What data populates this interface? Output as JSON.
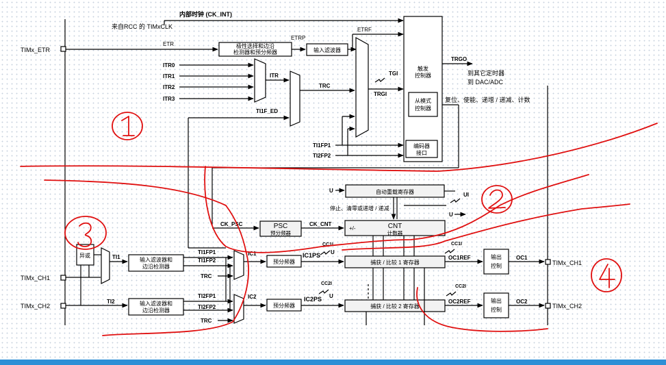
{
  "signals": {
    "ck_int": "内部时钟 (CK_INT)",
    "from_rcc": "来自RCC 的 TIMxCLK",
    "timx_etr": "TIMx_ETR",
    "etr": "ETR",
    "etrp": "ETRP",
    "etrf": "ETRF",
    "itr0": "ITR0",
    "itr1": "ITR1",
    "itr2": "ITR2",
    "itr3": "ITR3",
    "itr": "ITR",
    "trc_top": "TRC",
    "tgi": "TGI",
    "trgi": "TRGI",
    "ti1f_ed": "TI1F_ED",
    "ti1fp1_top": "TI1FP1",
    "ti2fp2_top": "TI2FP2",
    "trgo": "TRGO",
    "to_other": "到其它定时器",
    "to_dac": "到 DAC/ADC",
    "reset_line": "复位、使能、递增 / 递减、计数",
    "u_arr": "U",
    "ui": "UI",
    "u_cnt": "U",
    "stop_clear": "停止、清零或递增 / 递减",
    "ck_psc": "CK_PSC",
    "ck_cnt": "CK_CNT",
    "plus_minus": "+/-",
    "ti1": "TI1",
    "ti2": "TI2",
    "timx_ch1_in": "TIMx_CH1",
    "timx_ch2_in": "TIMx_CH2",
    "ti1fp1": "TI1FP1",
    "ti1fp2": "TI1FP2",
    "trc_1": "TRC",
    "ti2fp1": "TI2FP1",
    "ti2fp2": "TI2FP2",
    "trc_2": "TRC",
    "ic1": "IC1",
    "ic2": "IC2",
    "ic1ps": "IC1PS",
    "ic2ps": "IC2PS",
    "cc1i_a": "CC1I",
    "cc1i_b": "CC1I",
    "cc2i_a": "CC2I",
    "cc2i_b": "CC2I",
    "u_cc1": "U",
    "u_cc2": "U",
    "oc1ref": "OC1REF",
    "oc2ref": "OC2REF",
    "oc1": "OC1",
    "oc2": "OC2",
    "timx_ch1_out": "TIMx_CH1",
    "timx_ch2_out": "TIMx_CH2"
  },
  "blocks": {
    "edge_detect_l1": "极性选择和边沿",
    "edge_detect_l2": "检测器和预分频器",
    "input_filter": "输入滤波器",
    "trigger_ctrl_l1": "触发",
    "trigger_ctrl_l2": "控制器",
    "slave_ctrl_l1": "从模式",
    "slave_ctrl_l2": "控制器",
    "encoder_l1": "编码器",
    "encoder_l2": "接口",
    "auto_reload": "自动重载寄存器",
    "psc_title": "PSC",
    "psc_sub": "预分频器",
    "cnt_title": "CNT",
    "cnt_sub": "计数器",
    "xor": "异或",
    "filter_ch1_l1": "输入滤波器和",
    "filter_ch1_l2": "边沿检测器",
    "filter_ch2_l1": "输入滤波器和",
    "filter_ch2_l2": "边沿检测器",
    "prescaler_1": "预分频器",
    "prescaler_2": "预分频器",
    "ccr1": "捕获 / 比较 1 寄存器",
    "ccr2": "捕获 / 比较 2 寄存器",
    "out_ctrl1_l1": "输出",
    "out_ctrl1_l2": "控制",
    "out_ctrl2_l1": "输出",
    "out_ctrl2_l2": "控制"
  },
  "annotations": {
    "region1": "1",
    "region2": "2",
    "region3": "3",
    "region4": "4"
  },
  "colors": {
    "ink": "#e01010",
    "bottom_bar": "#2d8fd6"
  }
}
